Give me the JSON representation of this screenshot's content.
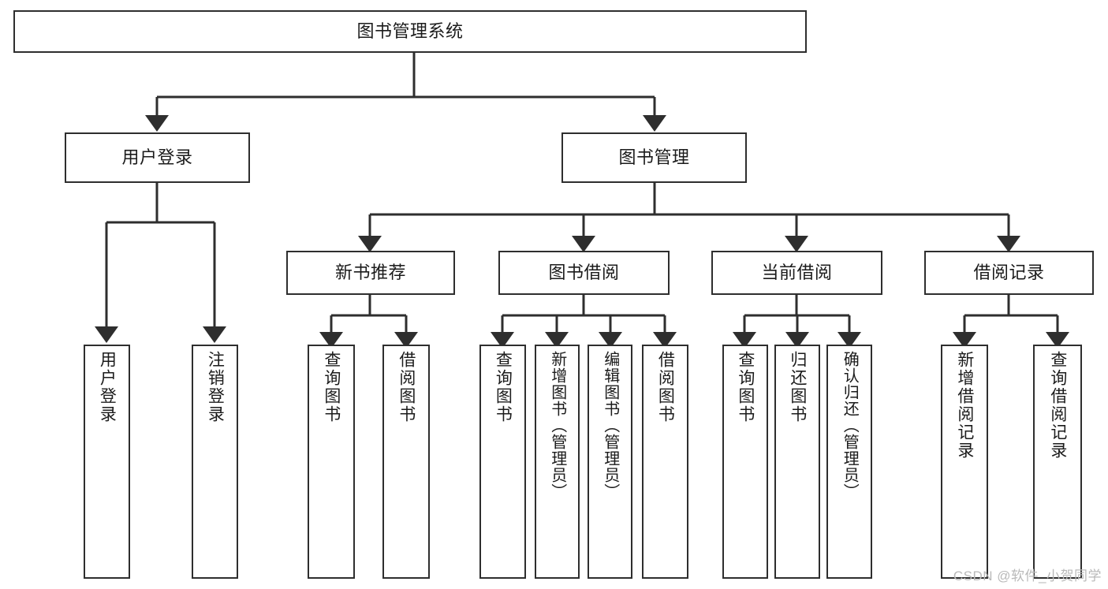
{
  "diagram": {
    "title": "图书管理系统",
    "type": "tree",
    "root": {
      "label": "图书管理系统"
    },
    "level2": [
      {
        "label": "用户登录"
      },
      {
        "label": "图书管理"
      }
    ],
    "level3": [
      {
        "label": "新书推荐"
      },
      {
        "label": "图书借阅"
      },
      {
        "label": "当前借阅"
      },
      {
        "label": "借阅记录"
      }
    ],
    "leaves": {
      "user_login": [
        {
          "label": "用户登录"
        },
        {
          "label": "注销登录"
        }
      ],
      "new_book_recommend": [
        {
          "label": "查询图书"
        },
        {
          "label": "借阅图书"
        }
      ],
      "book_borrow": [
        {
          "label": "查询图书"
        },
        {
          "label": "新增图书（管理员）"
        },
        {
          "label": "编辑图书（管理员）"
        },
        {
          "label": "借阅图书"
        }
      ],
      "current_borrow": [
        {
          "label": "查询图书"
        },
        {
          "label": "归还图书"
        },
        {
          "label": "确认归还（管理员）"
        }
      ],
      "borrow_record": [
        {
          "label": "新增借阅记录"
        },
        {
          "label": "查询借阅记录"
        }
      ]
    }
  },
  "watermark": {
    "text": "CSDN @软件_小贺同学"
  },
  "colors": {
    "stroke": "#2e2e2e",
    "background": "#ffffff",
    "text": "#1b1b1b",
    "watermark": "#b9b9b9"
  }
}
